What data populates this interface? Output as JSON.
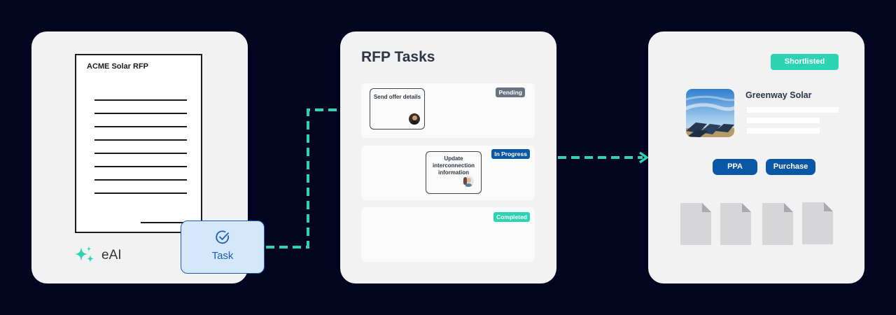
{
  "document": {
    "title": "ACME Solar RFP"
  },
  "brand": {
    "name": "eAI",
    "icon": "sparkles-icon",
    "color": "#2dd4b4"
  },
  "task_button": {
    "label": "Task",
    "icon": "check-circle-icon",
    "color": "#1b5fae"
  },
  "board": {
    "title": "RFP Tasks",
    "lanes": [
      {
        "status": "Pending",
        "status_color": "#6b7280",
        "cards": [
          {
            "title": "Send offer details"
          }
        ]
      },
      {
        "status": "In Progress",
        "status_color": "#0a57a5",
        "cards": [
          {
            "title": "Update interconnection information"
          }
        ]
      },
      {
        "status": "Completed",
        "status_color": "#2dd4b4",
        "cards": []
      }
    ]
  },
  "vendor": {
    "status": "Shortlisted",
    "name": "Greenway Solar",
    "options": [
      "PPA",
      "Purchase"
    ],
    "accent_color": "#0a57a5"
  },
  "connector_color": "#2dd4b4"
}
